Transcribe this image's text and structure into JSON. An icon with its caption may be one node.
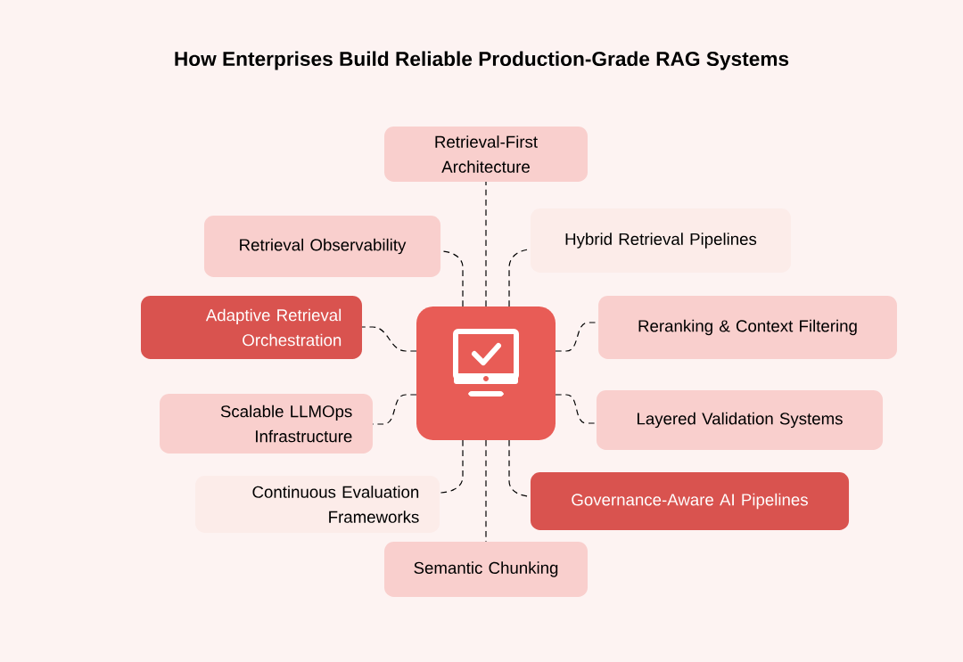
{
  "diagram": {
    "title": "How Enterprises Build Reliable Production-Grade RAG Systems",
    "nodes": [
      {
        "text": [],
        "shape": "box"
      },
      {
        "text": [
          "Retrieval-First Architecture"
        ]
      },
      {
        "text": [
          "Retrieval Observability"
        ]
      },
      {
        "text": [
          "Hybrid Retrieval Pipelines"
        ]
      },
      {
        "text": [
          "Adaptive Retrieval Orchestration"
        ]
      },
      {
        "text": [
          "Reranking & Context Filtering"
        ]
      },
      {
        "text": [
          "Scalable LLMOps Infrastructure"
        ]
      },
      {
        "text": [
          "Layered Validation Systems"
        ]
      },
      {
        "text": [
          "Continuous Evaluation Frameworks"
        ]
      },
      {
        "text": [
          "Governance-Aware AI Pipelines"
        ]
      },
      {
        "text": [
          "Semantic Chunking"
        ]
      }
    ],
    "edges": [
      {
        "from": 0,
        "to": 1,
        "arrow": "none",
        "style": "dashed"
      },
      {
        "from": 0,
        "to": 2,
        "arrow": "none",
        "style": "dashed"
      },
      {
        "from": 0,
        "to": 3,
        "arrow": "none",
        "style": "dashed"
      },
      {
        "from": 0,
        "to": 4,
        "arrow": "none",
        "style": "dashed"
      },
      {
        "from": 0,
        "to": 5,
        "arrow": "none",
        "style": "dashed"
      },
      {
        "from": 0,
        "to": 6,
        "arrow": "none",
        "style": "dashed"
      },
      {
        "from": 0,
        "to": 7,
        "arrow": "none",
        "style": "dashed"
      },
      {
        "from": 0,
        "to": 8,
        "arrow": "none",
        "style": "dashed"
      },
      {
        "from": 0,
        "to": 9,
        "arrow": "none",
        "style": "dashed"
      },
      {
        "from": 0,
        "to": 10,
        "arrow": "none",
        "style": "dashed"
      }
    ]
  }
}
